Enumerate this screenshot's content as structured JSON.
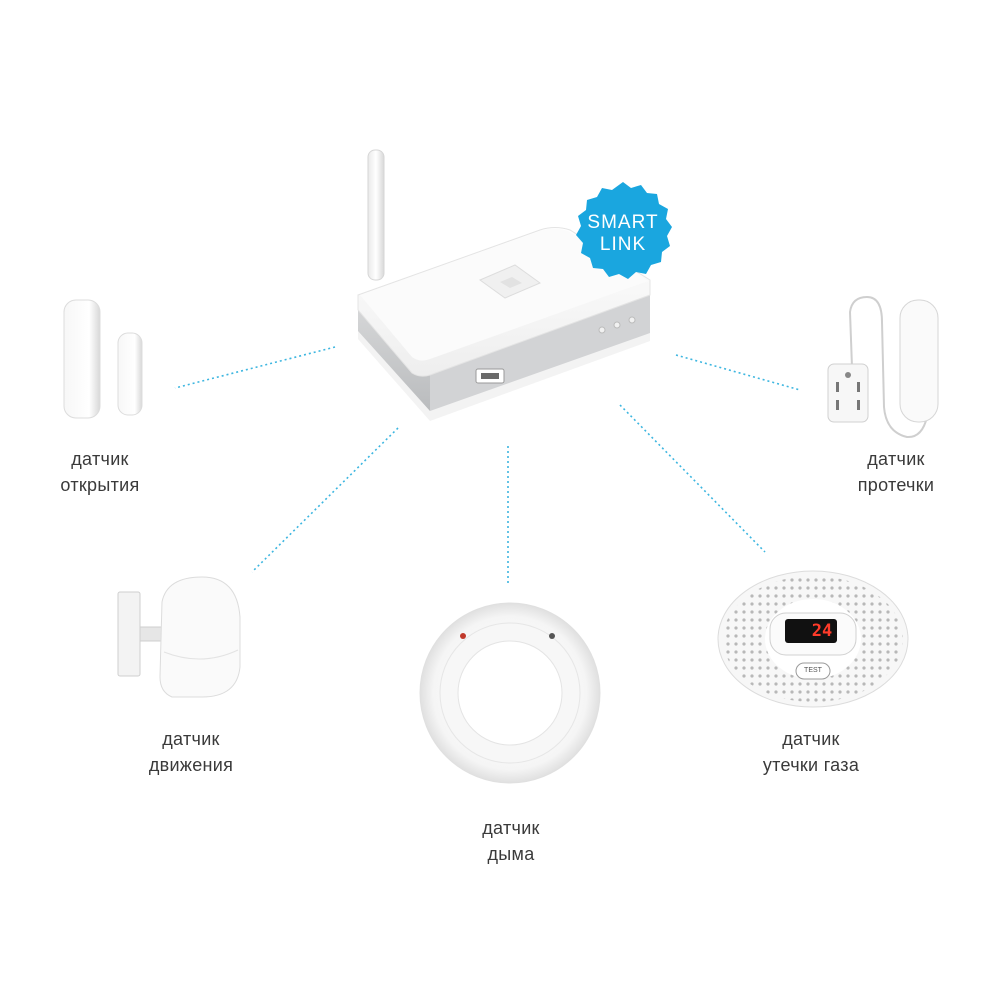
{
  "badge": {
    "line1": "SMART",
    "line2": "LINK",
    "color": "#1aa6df"
  },
  "hub": {
    "body_color": "#f7f7f7",
    "side_color": "#c9cbcd"
  },
  "sensors": {
    "door": {
      "line1": "датчик",
      "line2": "открытия"
    },
    "leak": {
      "line1": "датчик",
      "line2": "протечки"
    },
    "motion": {
      "line1": "датчик",
      "line2": "движения"
    },
    "smoke": {
      "line1": "датчик",
      "line2": "дыма"
    },
    "gas": {
      "line1": "датчик",
      "line2": "утечки газа",
      "display": "24",
      "button": "TEST"
    }
  },
  "connector_color": "#3db6e0"
}
